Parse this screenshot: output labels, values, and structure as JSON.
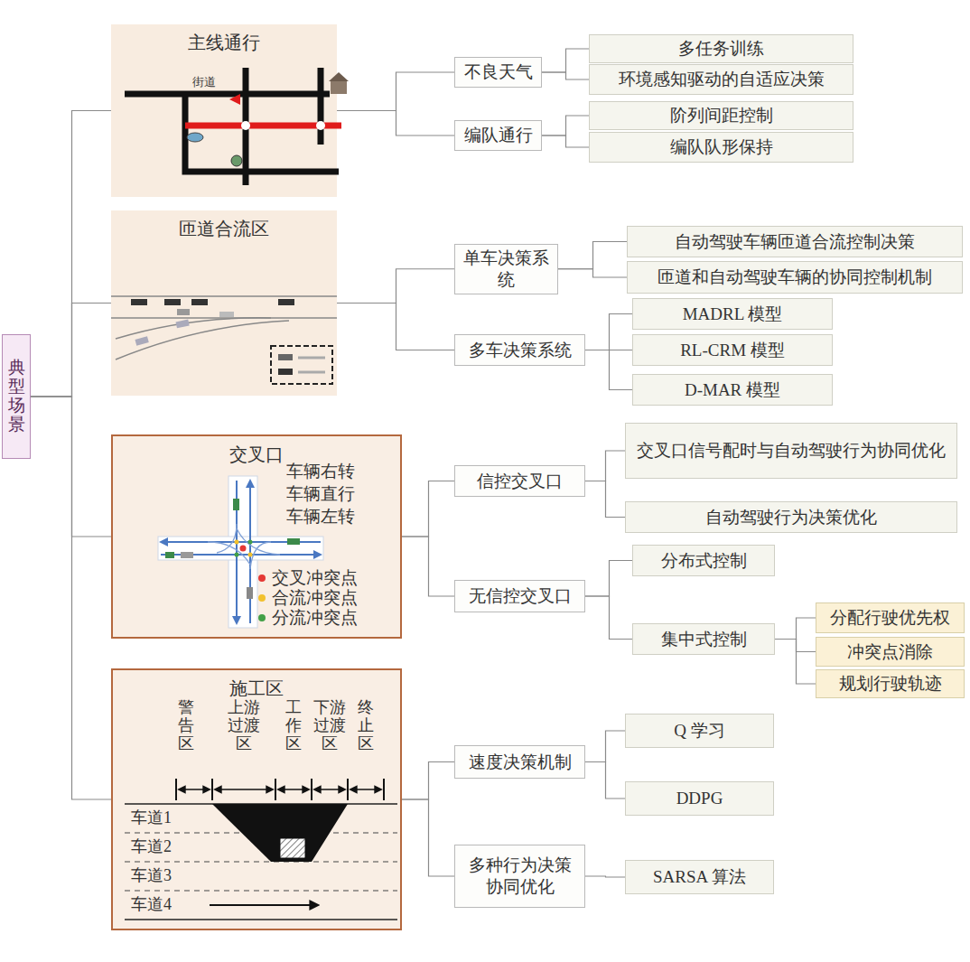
{
  "diagram": {
    "nodes": [
      {
        "text": [
          "典型场景"
        ]
      },
      {
        "text": [
          "主线通行"
        ]
      },
      {
        "text": [
          "不良天气"
        ]
      },
      {
        "text": [
          "多任务训练"
        ]
      },
      {
        "text": [
          "环境感知驱动的自适应决策"
        ]
      },
      {
        "text": [
          "编队通行"
        ]
      },
      {
        "text": [
          "阶列间距控制"
        ]
      },
      {
        "text": [
          "编队队形保持"
        ]
      },
      {
        "text": [
          "匝道合流区"
        ]
      },
      {
        "text": [
          "单车决策系统"
        ]
      },
      {
        "text": [
          "自动驾驶车辆匝道合流控制决策"
        ]
      },
      {
        "text": [
          "匝道和自动驾驶车辆的协同控制机制"
        ]
      },
      {
        "text": [
          "多车决策系统"
        ]
      },
      {
        "text": [
          "MADRL 模型"
        ]
      },
      {
        "text": [
          "RL-CRM 模型"
        ]
      },
      {
        "text": [
          "D-MAR 模型"
        ]
      },
      {
        "text": [
          "交叉口"
        ]
      },
      {
        "text": [
          "信控交叉口"
        ]
      },
      {
        "text": [
          "交叉口信号配时与自动驾驶行为协同优化"
        ]
      },
      {
        "text": [
          "自动驾驶行为决策优化"
        ]
      },
      {
        "text": [
          "无信控交叉口"
        ]
      },
      {
        "text": [
          "分布式控制"
        ]
      },
      {
        "text": [
          "集中式控制"
        ]
      },
      {
        "text": [
          "分配行驶优先权"
        ]
      },
      {
        "text": [
          "冲突点消除"
        ]
      },
      {
        "text": [
          "规划行驶轨迹"
        ]
      },
      {
        "text": [
          "施工区"
        ]
      },
      {
        "text": [
          "速度决策机制"
        ]
      },
      {
        "text": [
          "Q 学习"
        ]
      },
      {
        "text": [
          "DDPG"
        ]
      },
      {
        "text": [
          "多种行为决策协同优化"
        ]
      },
      {
        "text": [
          "SARSA 算法"
        ]
      }
    ],
    "edges": [
      {
        "from": 0,
        "to": 1,
        "arrow": "none"
      },
      {
        "from": 0,
        "to": 8,
        "arrow": "none"
      },
      {
        "from": 0,
        "to": 16,
        "arrow": "none"
      },
      {
        "from": 0,
        "to": 26,
        "arrow": "none"
      },
      {
        "from": 1,
        "to": 2,
        "arrow": "none"
      },
      {
        "from": 1,
        "to": 5,
        "arrow": "none"
      },
      {
        "from": 2,
        "to": 3,
        "arrow": "none"
      },
      {
        "from": 2,
        "to": 4,
        "arrow": "none"
      },
      {
        "from": 5,
        "to": 6,
        "arrow": "none"
      },
      {
        "from": 5,
        "to": 7,
        "arrow": "none"
      },
      {
        "from": 8,
        "to": 9,
        "arrow": "none"
      },
      {
        "from": 8,
        "to": 12,
        "arrow": "none"
      },
      {
        "from": 9,
        "to": 10,
        "arrow": "none"
      },
      {
        "from": 9,
        "to": 11,
        "arrow": "none"
      },
      {
        "from": 12,
        "to": 13,
        "arrow": "none"
      },
      {
        "from": 12,
        "to": 14,
        "arrow": "none"
      },
      {
        "from": 12,
        "to": 15,
        "arrow": "none"
      },
      {
        "from": 16,
        "to": 17,
        "arrow": "none"
      },
      {
        "from": 16,
        "to": 20,
        "arrow": "none"
      },
      {
        "from": 17,
        "to": 18,
        "arrow": "none"
      },
      {
        "from": 17,
        "to": 19,
        "arrow": "none"
      },
      {
        "from": 20,
        "to": 21,
        "arrow": "none"
      },
      {
        "from": 20,
        "to": 22,
        "arrow": "none"
      },
      {
        "from": 22,
        "to": 23,
        "arrow": "none"
      },
      {
        "from": 22,
        "to": 24,
        "arrow": "none"
      },
      {
        "from": 22,
        "to": 25,
        "arrow": "none"
      },
      {
        "from": 26,
        "to": 27,
        "arrow": "none"
      },
      {
        "from": 26,
        "to": 30,
        "arrow": "none"
      },
      {
        "from": 27,
        "to": 28,
        "arrow": "none"
      },
      {
        "from": 27,
        "to": 29,
        "arrow": "none"
      },
      {
        "from": 30,
        "to": 31,
        "arrow": "none"
      }
    ],
    "labels": [
      "街道",
      "车辆右转",
      "车辆直行",
      "车辆左转",
      "警告区",
      "上游过渡区",
      "工作区",
      "下游过渡区",
      "终止区",
      "车道1",
      "车道2",
      "车道3",
      "车道4"
    ],
    "legend": [
      {
        "text": "交叉冲突点",
        "color": "#e53935"
      },
      {
        "text": "合流冲突点",
        "color": "#f2c12e"
      },
      {
        "text": "分流冲突点",
        "color": "#43a047"
      }
    ]
  }
}
